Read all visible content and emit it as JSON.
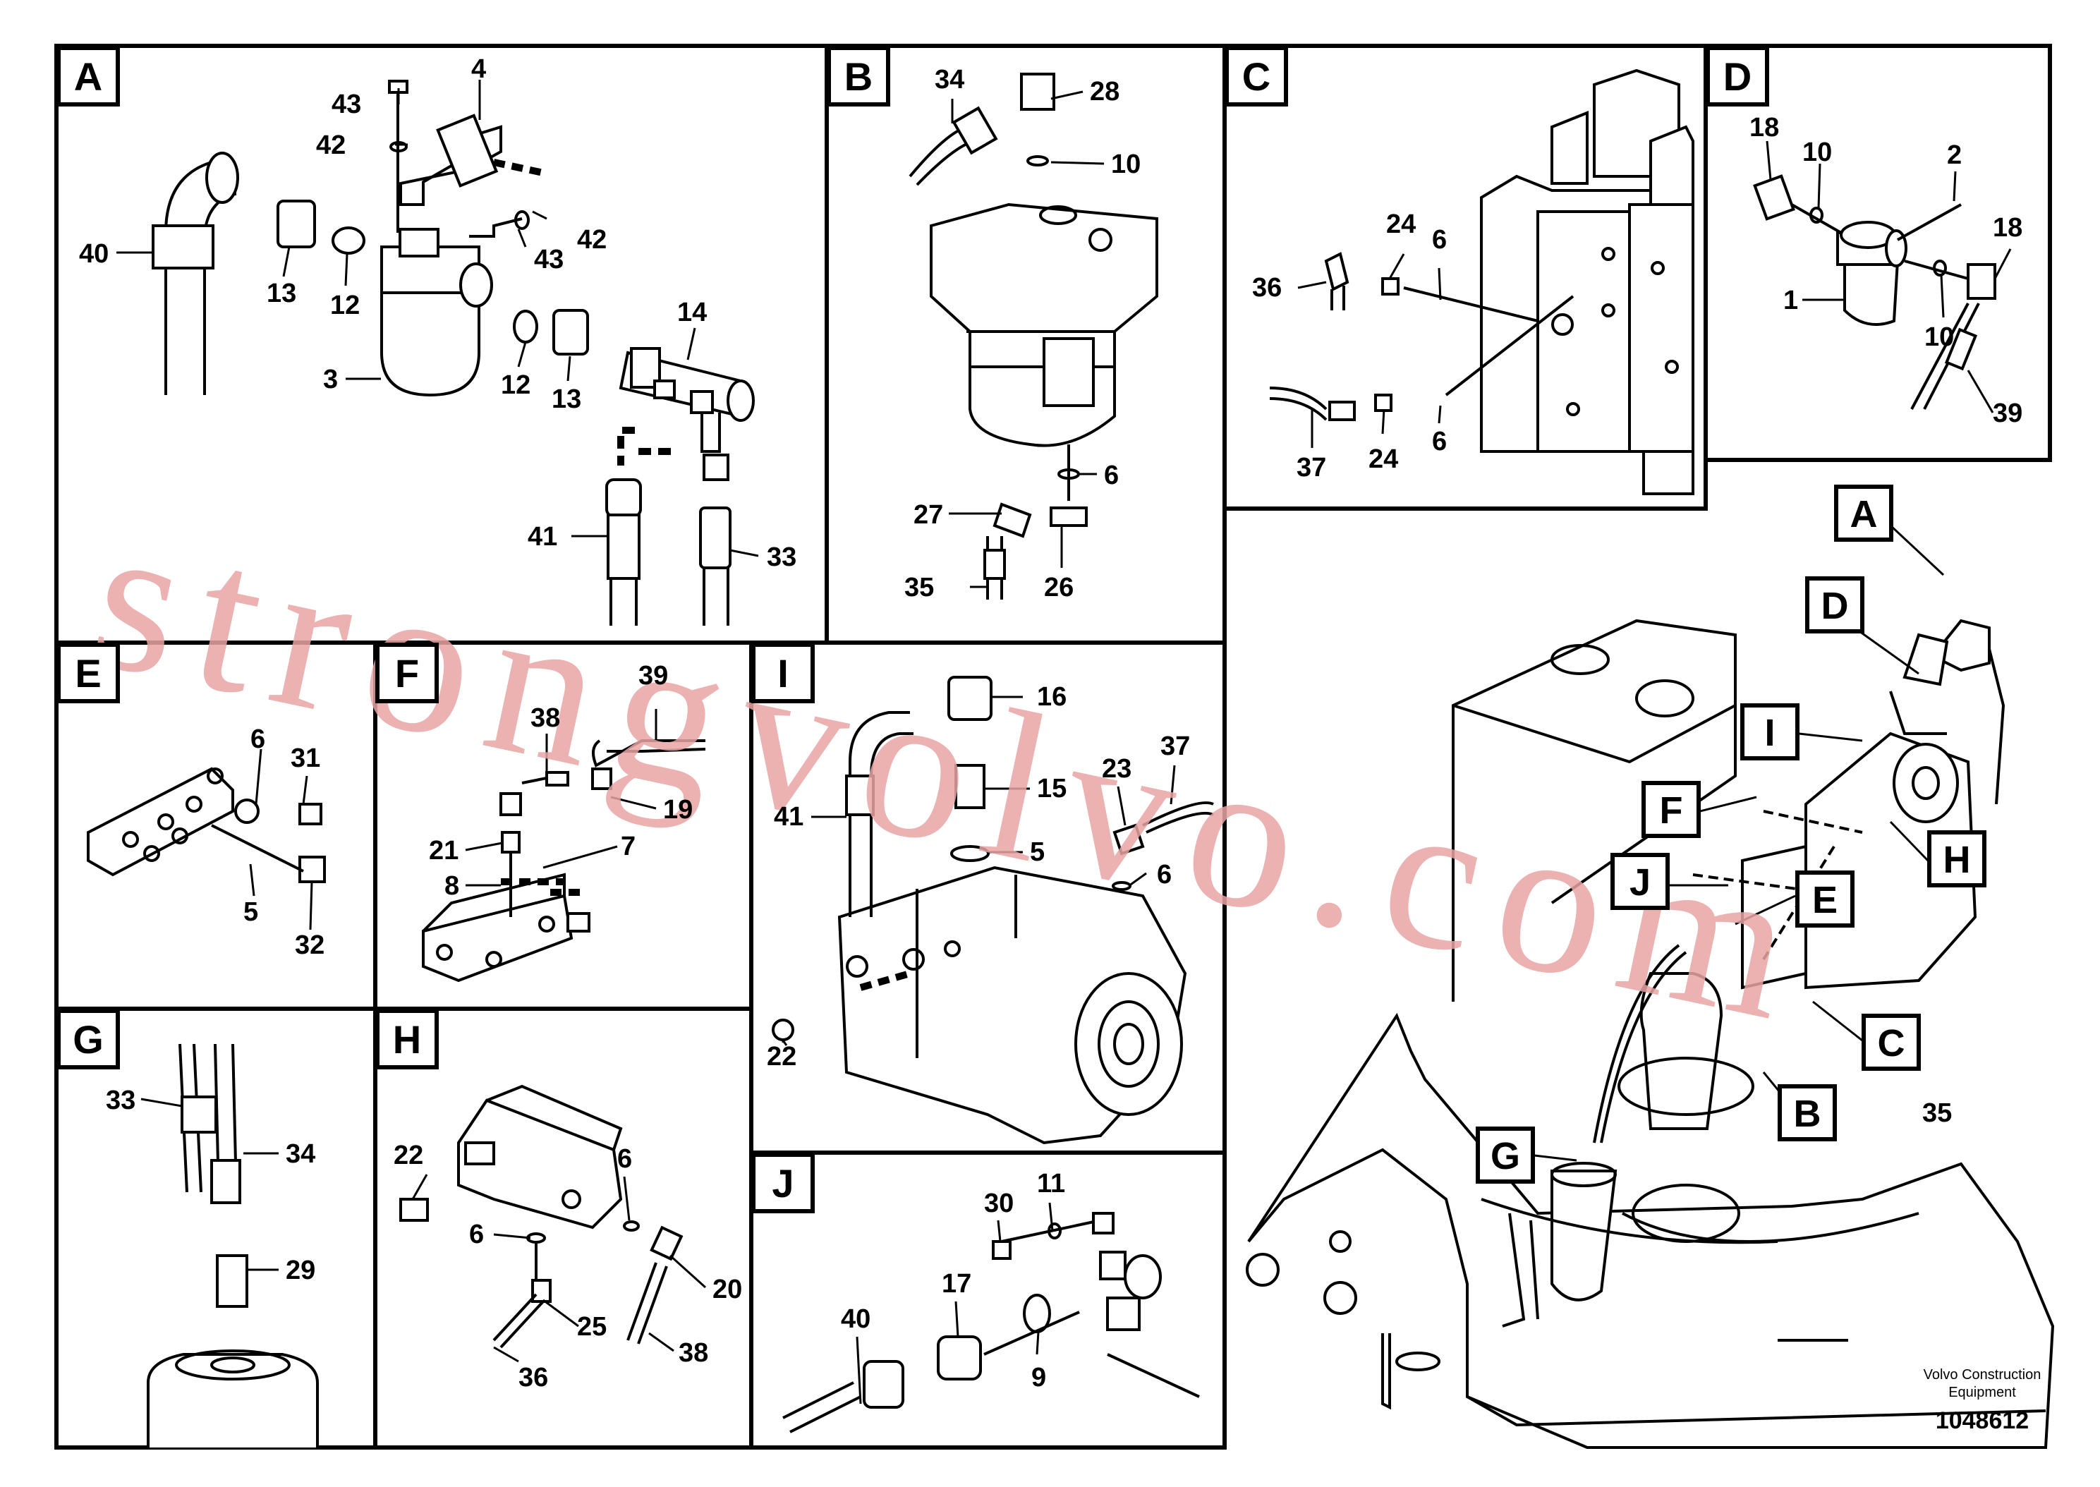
{
  "watermark": "strongvolvo.com",
  "footer": {
    "brand_line1": "Volvo Construction",
    "brand_line2": "Equipment",
    "drawing_number": "1048612"
  },
  "panels": [
    {
      "id": "A",
      "letter": "A",
      "callouts": [
        "43",
        "4",
        "42",
        "40",
        "13",
        "12",
        "43",
        "42",
        "3",
        "12",
        "13",
        "14",
        "41",
        "33"
      ]
    },
    {
      "id": "B",
      "letter": "B",
      "callouts": [
        "34",
        "28",
        "10",
        "6",
        "27",
        "35",
        "26"
      ]
    },
    {
      "id": "C",
      "letter": "C",
      "callouts": [
        "24",
        "6",
        "36",
        "37",
        "24",
        "6"
      ]
    },
    {
      "id": "D",
      "letter": "D",
      "callouts": [
        "18",
        "10",
        "2",
        "18",
        "1",
        "10",
        "39"
      ]
    },
    {
      "id": "E",
      "letter": "E",
      "callouts": [
        "6",
        "31",
        "5",
        "32"
      ]
    },
    {
      "id": "F",
      "letter": "F",
      "callouts": [
        "38",
        "39",
        "19",
        "21",
        "7",
        "8"
      ]
    },
    {
      "id": "I",
      "letter": "I",
      "callouts": [
        "16",
        "15",
        "41",
        "5",
        "23",
        "37",
        "6",
        "22"
      ]
    },
    {
      "id": "G",
      "letter": "G",
      "callouts": [
        "33",
        "34",
        "29"
      ]
    },
    {
      "id": "H",
      "letter": "H",
      "callouts": [
        "22",
        "6",
        "6",
        "20",
        "25",
        "38",
        "36"
      ]
    },
    {
      "id": "J",
      "letter": "J",
      "callouts": [
        "30",
        "11",
        "17",
        "40",
        "9"
      ]
    }
  ],
  "overview": {
    "tags": [
      "A",
      "D",
      "I",
      "F",
      "J",
      "E",
      "H",
      "C",
      "B",
      "G"
    ],
    "callout": "35"
  }
}
